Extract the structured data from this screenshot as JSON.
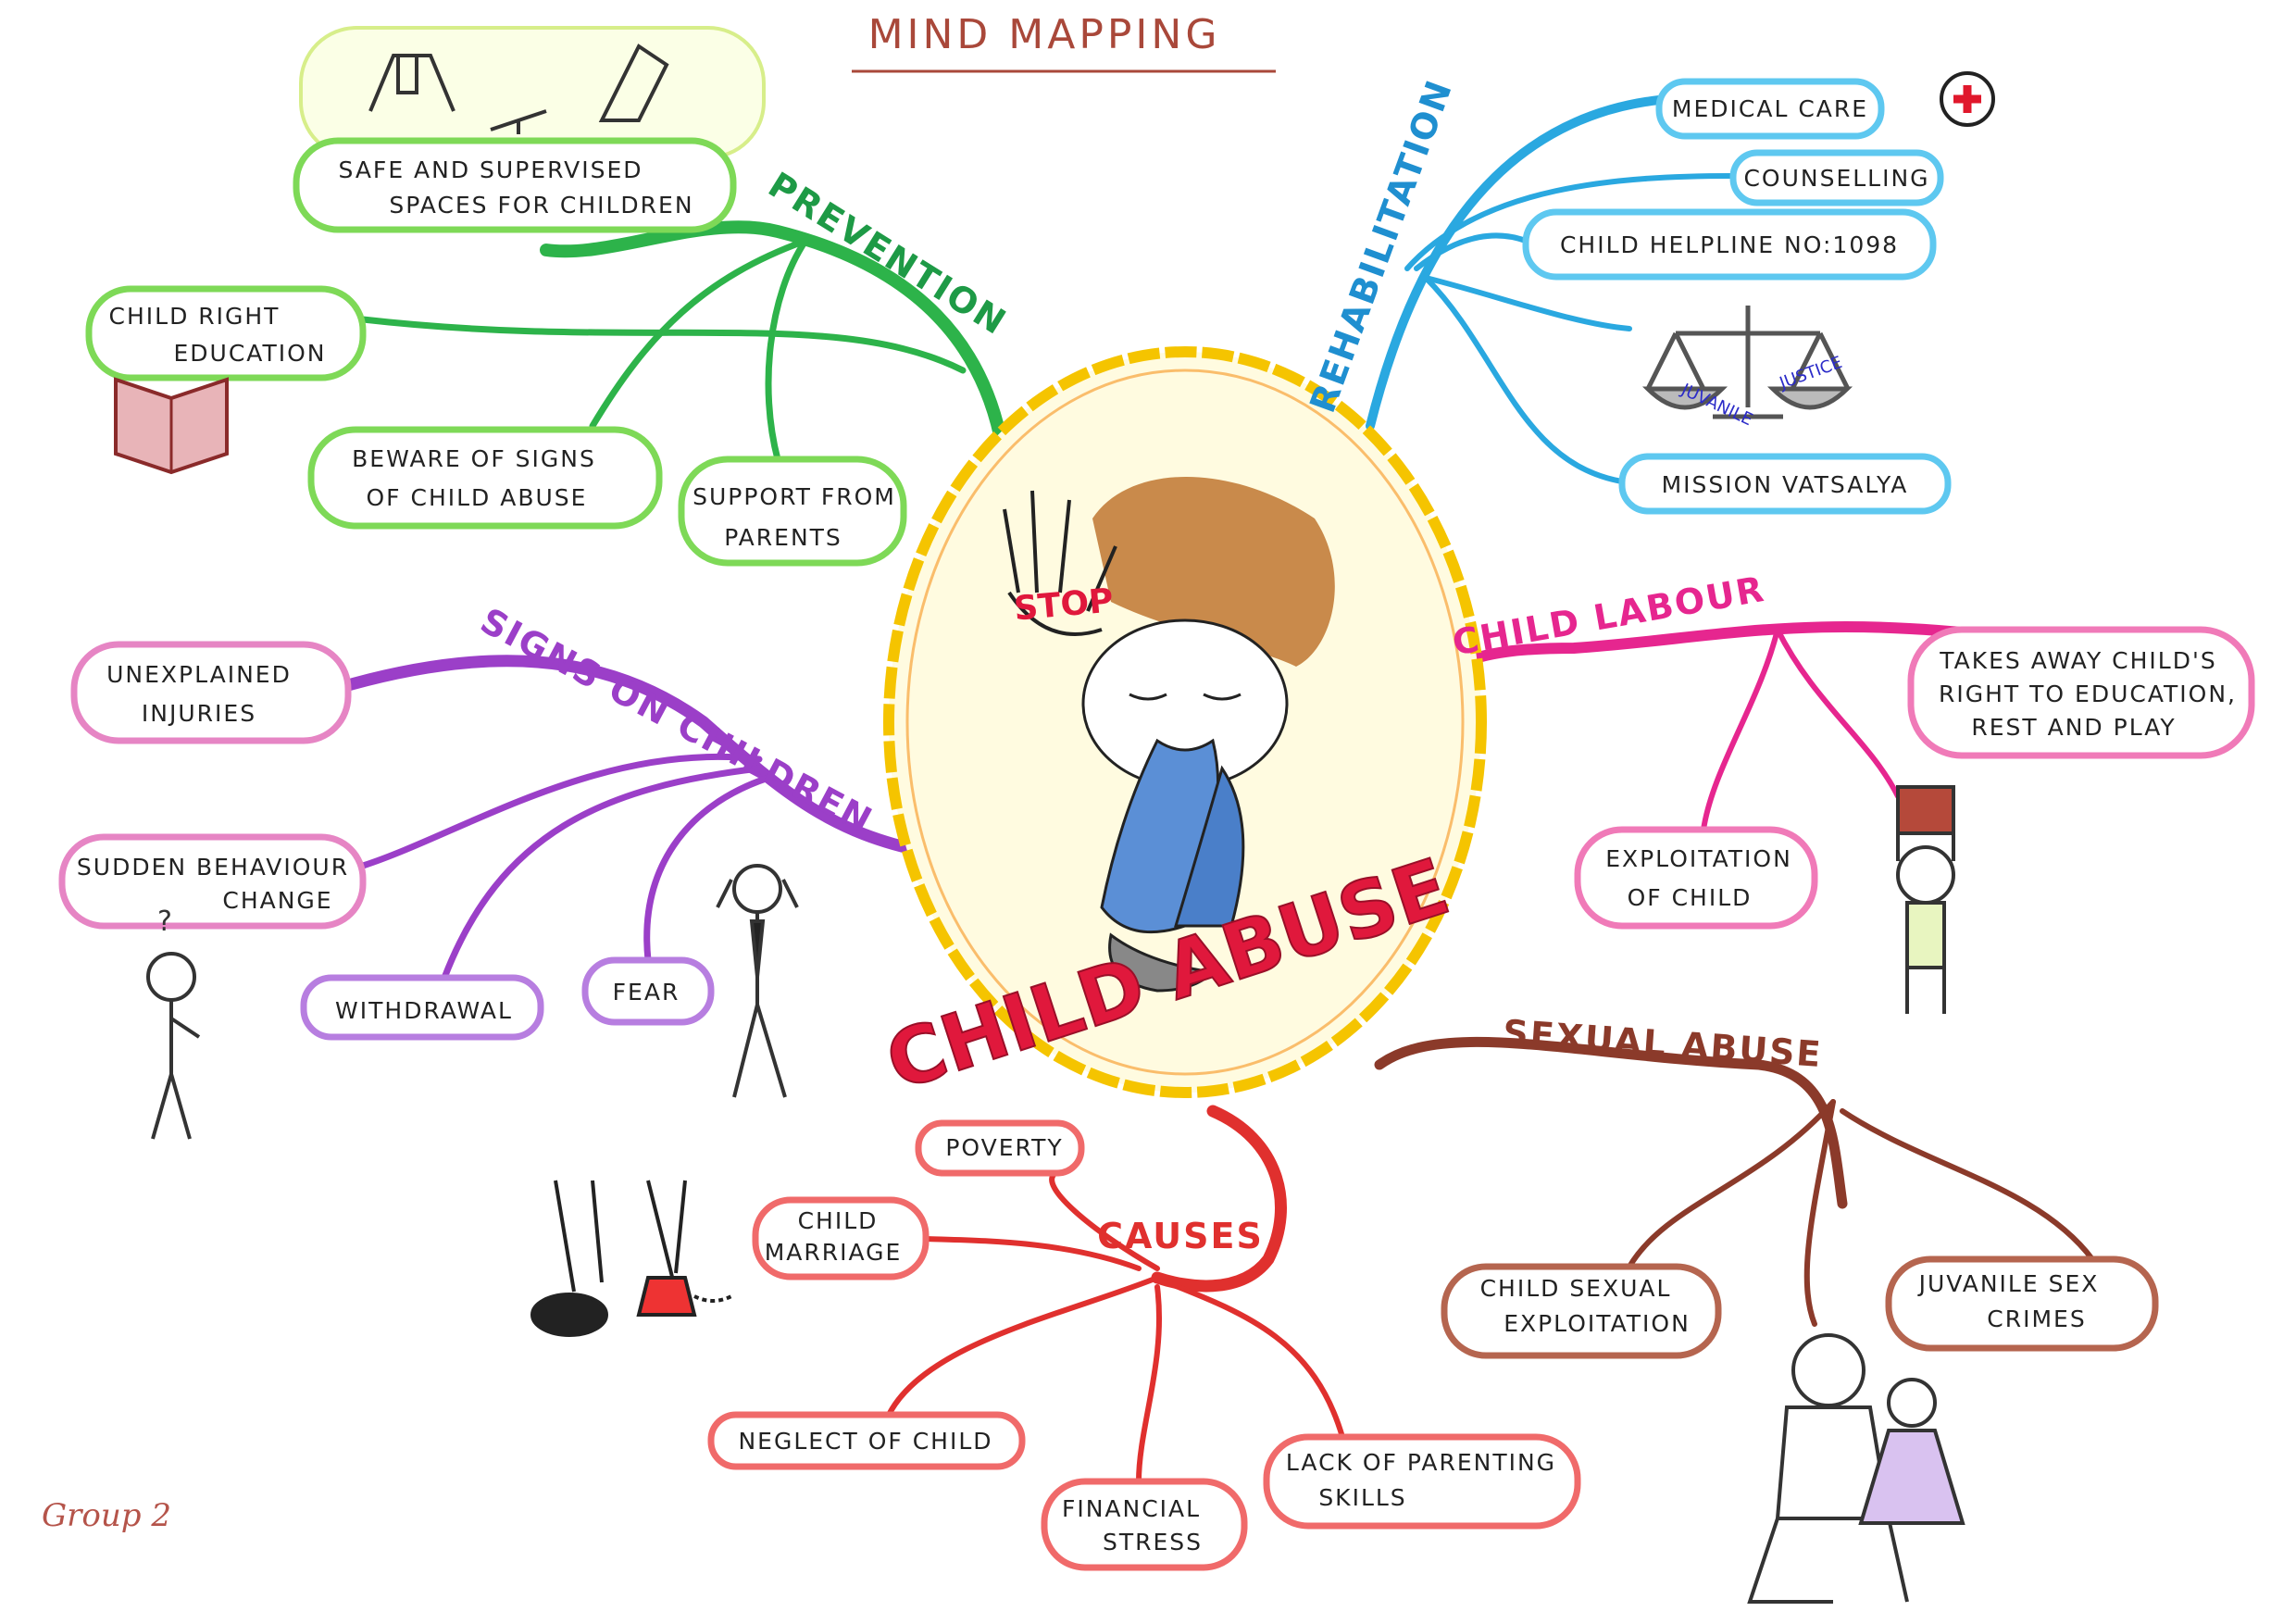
{
  "title": "MIND MAPPING",
  "center": {
    "title": "CHILD ABUSE",
    "stop": "STOP"
  },
  "footer": "Group 2",
  "colors": {
    "prevention": "#2db34a",
    "rehabilitation": "#2aa8e0",
    "child_labour": "#e6268f",
    "sexual_abuse": "#8b3a2a",
    "causes": "#e0302e",
    "signs": "#9b3fc8",
    "center": "#f5c400"
  },
  "prevention": {
    "label": "PREVENTION",
    "nodes": [
      {
        "lines": [
          "SAFE AND SUPERVISED",
          "SPACES FOR CHILDREN"
        ]
      },
      {
        "lines": [
          "CHILD RIGHT",
          "EDUCATION"
        ]
      },
      {
        "lines": [
          "BEWARE OF SIGNS",
          "OF CHILD ABUSE"
        ]
      },
      {
        "lines": [
          "SUPPORT FROM",
          "PARENTS"
        ]
      }
    ]
  },
  "rehabilitation": {
    "label": "REHABILITATION",
    "nodes": [
      {
        "lines": [
          "MEDICAL CARE"
        ]
      },
      {
        "lines": [
          "COUNSELLING"
        ]
      },
      {
        "lines": [
          "CHILD HELPLINE NO:1098"
        ]
      },
      {
        "lines": [
          "MISSION VATSALYA"
        ]
      }
    ],
    "scale_left": "JUVANILE",
    "scale_right": "JUSTICE"
  },
  "child_labour": {
    "label": "CHILD LABOUR",
    "nodes": [
      {
        "lines": [
          "TAKES AWAY CHILD'S",
          "RIGHT TO EDUCATION,",
          "REST AND PLAY"
        ]
      },
      {
        "lines": [
          "EXPLOITATION",
          "OF CHILD"
        ]
      }
    ]
  },
  "sexual_abuse": {
    "label": "SEXUAL ABUSE",
    "nodes": [
      {
        "lines": [
          "CHILD SEXUAL",
          "EXPLOITATION"
        ]
      },
      {
        "lines": [
          "JUVANILE SEX",
          "CRIMES"
        ]
      }
    ]
  },
  "causes": {
    "label": "CAUSES",
    "nodes": [
      {
        "lines": [
          "POVERTY"
        ]
      },
      {
        "lines": [
          "CHILD",
          "MARRIAGE"
        ]
      },
      {
        "lines": [
          "NEGLECT OF CHILD"
        ]
      },
      {
        "lines": [
          "FINANCIAL",
          "STRESS"
        ]
      },
      {
        "lines": [
          "LACK OF PARENTING",
          "SKILLS"
        ]
      }
    ]
  },
  "signs": {
    "label": "SIGNS ON CHILDREN",
    "nodes": [
      {
        "lines": [
          "UNEXPLAINED",
          "INJURIES"
        ]
      },
      {
        "lines": [
          "SUDDEN BEHAVIOUR",
          "CHANGE"
        ]
      },
      {
        "lines": [
          "WITHDRAWAL"
        ]
      },
      {
        "lines": [
          "FEAR"
        ]
      }
    ]
  }
}
